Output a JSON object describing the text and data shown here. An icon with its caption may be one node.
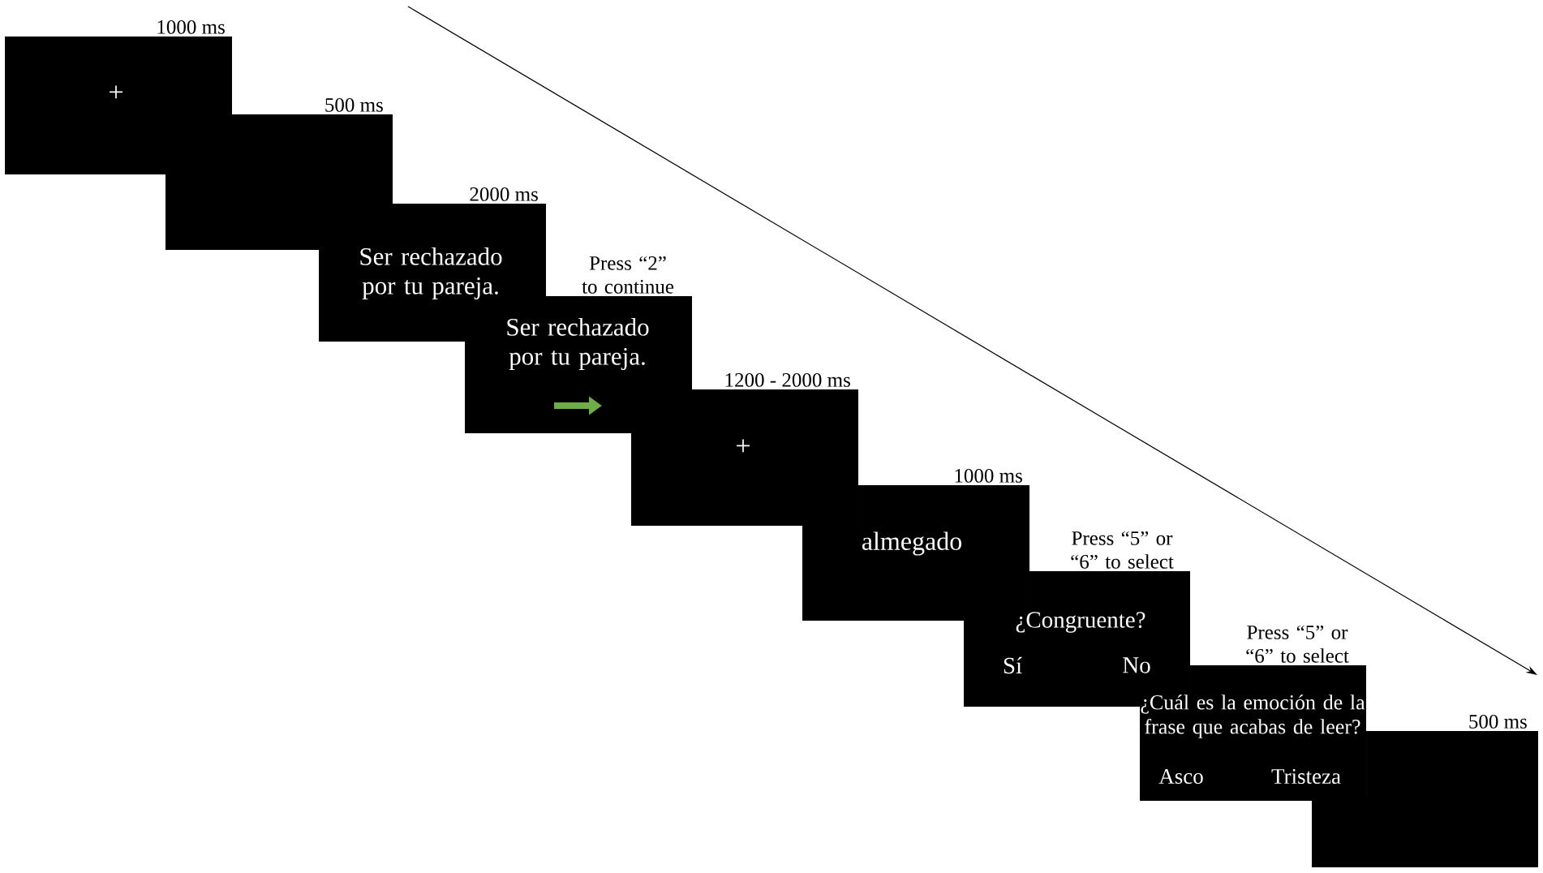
{
  "diagram": {
    "nodes": [
      {
        "text": [
          "+"
        ],
        "beside": [
          "1000 ms"
        ]
      },
      {
        "text": [],
        "shape": "box",
        "beside": [
          "500 ms"
        ]
      },
      {
        "text": [
          "Ser rechazado por tu pareja."
        ],
        "beside": [
          "2000 ms"
        ]
      },
      {
        "text": [
          "Ser rechazado por tu pareja."
        ],
        "beside": [
          "Press “2” to continue"
        ]
      },
      {
        "text": [
          "+"
        ],
        "beside": [
          "1200 - 2000 ms"
        ]
      },
      {
        "text": [
          "almegado"
        ],
        "beside": [
          "1000 ms"
        ]
      },
      {
        "text": [
          "¿Congruente?",
          "Sí",
          "No"
        ],
        "beside": [
          "Press “5” or “6” to select"
        ]
      },
      {
        "text": [
          "¿Cuál es la emoción de la frase que acabas de leer?",
          "Asco",
          "Tristeza"
        ],
        "beside": [
          "Press “5” or “6” to select"
        ]
      },
      {
        "text": [],
        "shape": "box",
        "beside": [
          "500 ms"
        ]
      }
    ]
  }
}
